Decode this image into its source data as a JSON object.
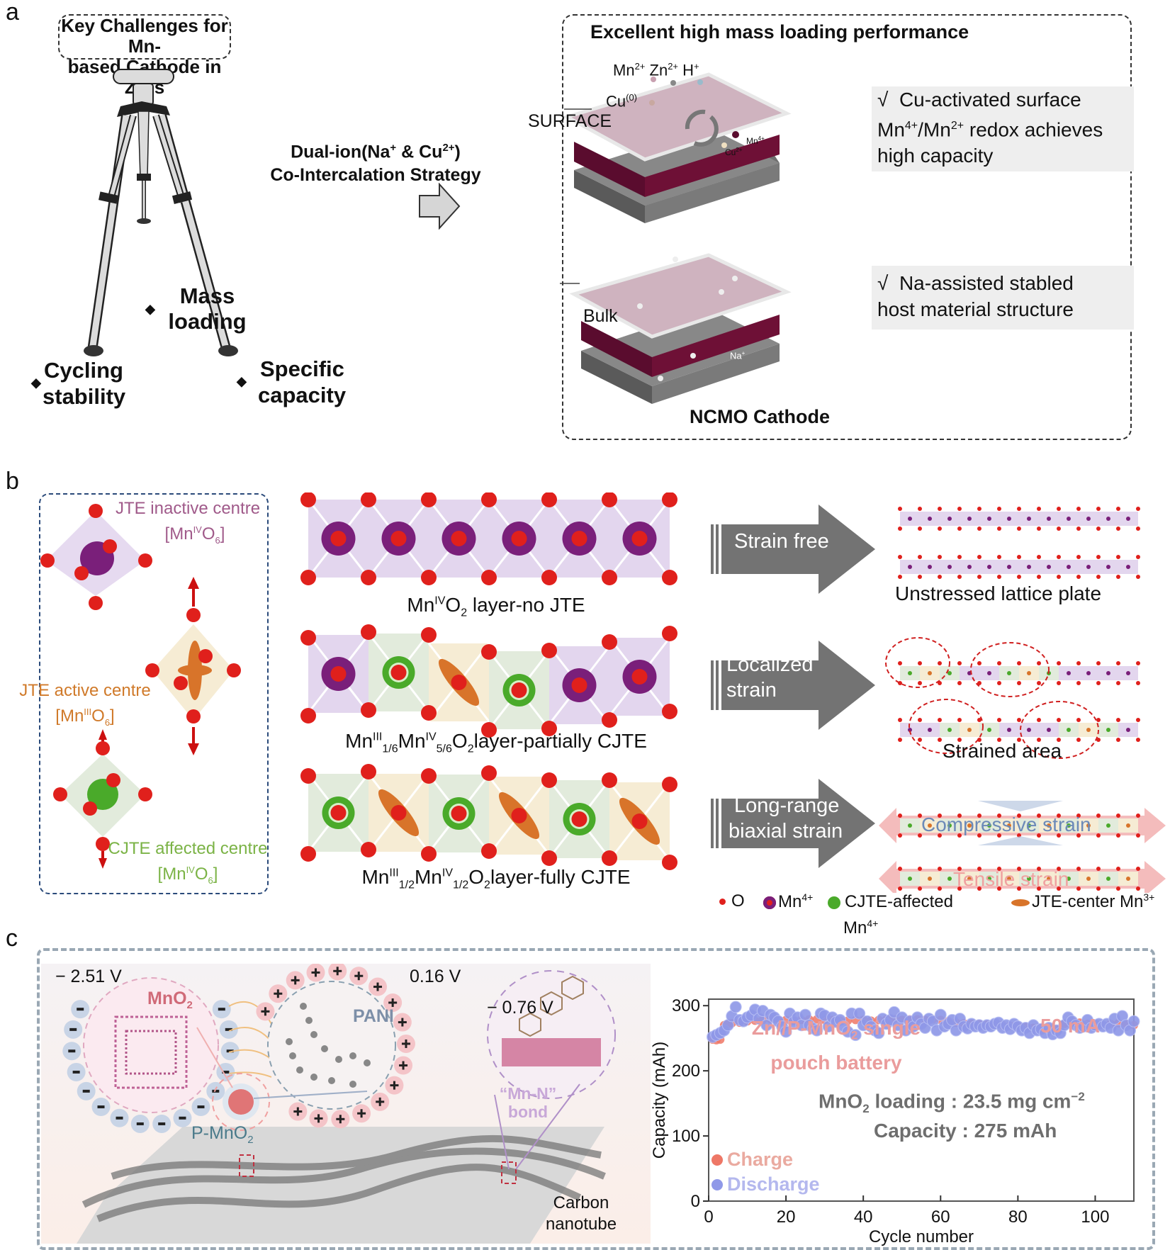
{
  "panels": {
    "a": {
      "label": "a",
      "challenge_box": {
        "line1": "Key Challenges for Mn-",
        "line2": "based Cathode in ZIBs"
      },
      "tripod_labels": [
        {
          "line1": "Mass",
          "line2": "loading"
        },
        {
          "line1": "Cycling",
          "line2": "stability"
        },
        {
          "line1": "Specific",
          "line2": "capacity"
        }
      ],
      "bullet": "◆",
      "strategy": {
        "line1_pre": "Dual-ion(Na",
        "na_sup": "+",
        "line1_mid": " & Cu",
        "cu_sup": "2+",
        "line1_post": ")",
        "line2": "Co-Intercalation Strategy"
      },
      "performance_box": {
        "title": "Excellent high mass loading performance",
        "surface_label": "SURFACE",
        "bulk_label": "Bulk",
        "ions": {
          "mn": "Mn",
          "mn_sup": "2+",
          "zn": "Zn",
          "zn_sup": "2+",
          "h": "H",
          "h_sup": "+",
          "cu0": "Cu",
          "cu0_sup": "(0)",
          "mn4": "Mn",
          "mn4_sup": "4+",
          "cu2": "Cu",
          "cu2_sup": "2+",
          "na": "Na",
          "na_sup": "+"
        },
        "note1": {
          "check": "√",
          "line1": "Cu-activated surface",
          "line2_a": "Mn",
          "line2_sup1": "4+",
          "line2_b": "/Mn",
          "line2_sup2": "2+",
          "line2_c": " redox achieves",
          "line3": "high capacity"
        },
        "note2": {
          "check": "√",
          "line1": "Na-assisted stabled",
          "line2": "host material structure"
        },
        "caption": "NCMO Cathode"
      },
      "colors": {
        "surface_top": "#cfb3bf",
        "layer_mid": "#6e1036",
        "layer_bottom": "#6f6f6f",
        "note_bg": "#eeeeee"
      }
    },
    "b": {
      "label": "b",
      "centres": [
        {
          "name": "JTE inactive centre",
          "formula_a": "[Mn",
          "formula_sup": "IV",
          "formula_b": "O",
          "formula_sub": "6",
          "formula_c": "]",
          "color": "#a05a8a"
        },
        {
          "name": "JTE active centre",
          "formula_a": "[Mn",
          "formula_sup": "III",
          "formula_b": "O",
          "formula_sub": "6",
          "formula_c": "]",
          "color": "#d07a2a"
        },
        {
          "name": "CJTE affected centre",
          "formula_a": "[Mn",
          "formula_sup": "IV",
          "formula_b": "O",
          "formula_sub": "6",
          "formula_c": "]",
          "color": "#7bb346"
        }
      ],
      "layers": [
        {
          "caption_parts": [
            "Mn",
            "IV",
            "O",
            "2",
            " layer-no JTE"
          ],
          "pattern": [
            "mn4",
            "mn4",
            "mn4",
            "mn4",
            "mn4",
            "mn4"
          ]
        },
        {
          "caption_parts": [
            "Mn",
            "III",
            "1/6",
            "Mn",
            "IV",
            "5/6",
            "O",
            "2",
            "layer-partially CJTE"
          ],
          "pattern": [
            "mn4",
            "cjte",
            "jte",
            "cjte",
            "mn4",
            "mn4"
          ]
        },
        {
          "caption_parts": [
            "Mn",
            "III",
            "1/2",
            "Mn",
            "IV",
            "1/2",
            "O",
            "2",
            "layer-fully CJTE"
          ],
          "pattern": [
            "cjte",
            "jte",
            "cjte",
            "jte",
            "cjte",
            "jte"
          ]
        }
      ],
      "arrows": [
        {
          "line1": "Strain free",
          "line2": ""
        },
        {
          "line1": "Localized",
          "line2": "strain"
        },
        {
          "line1": "Long-range",
          "line2": "biaxial strain"
        }
      ],
      "results": [
        "Unstressed lattice plate",
        "Strained area",
        "Compressive strain",
        "Tensile strain"
      ],
      "legend": [
        {
          "label": "O",
          "sup": ""
        },
        {
          "label": "Mn",
          "sup": "4+"
        },
        {
          "label": "CJTE-affected",
          "line2": "Mn",
          "sup": "4+"
        },
        {
          "label": "JTE-center Mn",
          "sup": "3+"
        }
      ],
      "colors": {
        "oxygen": "#e0201c",
        "mn4": "#7a1f7a",
        "cjte": "#4aaa2a",
        "jte": "#d8742a",
        "purple_bg": "#e3d6ee",
        "green_bg": "#e2ebdc",
        "yellow_bg": "#f6ecd4",
        "arrow": "#737373",
        "compressive": "#6c8ab8",
        "tensile": "#f0a0a0"
      }
    },
    "c": {
      "label": "c",
      "potentials": {
        "mno2": "− 2.51 V",
        "pani": "0.16 V",
        "mn_n": "− 0.76 V"
      },
      "labels": {
        "mno2_a": "MnO",
        "mno2_sub": "2",
        "pani": "PANI",
        "pmno2_a": "P-MnO",
        "pmno2_sub": "2",
        "mn_n_line1": "“Mn-N”",
        "mn_n_line2": "bond",
        "cnt_line1": "Carbon",
        "cnt_line2": "nanotube"
      },
      "charges": {
        "minus": "−",
        "plus": "+"
      },
      "chart_annotations": {
        "battery_line1_a": "Zn//P-MnO",
        "battery_sub": "2",
        "battery_line1_b": " single",
        "battery_line2": "pouch battery",
        "current": "50 mA",
        "loading_a": "MnO",
        "loading_sub": "2",
        "loading_b": " loading : 23.5 mg cm",
        "loading_sup": "−2",
        "capacity": "Capacity : 275 mAh"
      }
    }
  },
  "chart_data": {
    "type": "scatter",
    "title": "",
    "xlabel": "Cycle number",
    "ylabel": "Capacity (mAh)",
    "xlim": [
      0,
      110
    ],
    "ylim": [
      0,
      310
    ],
    "xticks": [
      0,
      20,
      40,
      60,
      80,
      100
    ],
    "yticks": [
      0,
      100,
      200,
      300
    ],
    "legend": [
      {
        "name": "Charge",
        "color": "#ee7766"
      },
      {
        "name": "Discharge",
        "color": "#8f98e8"
      }
    ],
    "legend_placement": "bottom-left",
    "series": [
      {
        "name": "Charge",
        "x": [
          1,
          2,
          3,
          4,
          5,
          6,
          8,
          10,
          12,
          14,
          16,
          18,
          20,
          22,
          24,
          26,
          28,
          30,
          32,
          34,
          36,
          38,
          40,
          42,
          44,
          46,
          48,
          50,
          52,
          54,
          56,
          58,
          60,
          62,
          64,
          66,
          68,
          70,
          72,
          74,
          76,
          78,
          80,
          82,
          84,
          86,
          88,
          90,
          92,
          94,
          96,
          98,
          100,
          102,
          104,
          106,
          108,
          110
        ],
        "values": [
          248,
          247,
          248,
          270,
          272,
          273,
          274,
          276,
          277,
          278,
          279,
          278,
          278,
          277,
          278,
          279,
          279,
          278,
          278,
          277,
          277,
          278,
          278,
          277,
          278,
          279,
          279,
          278,
          279,
          279,
          278,
          279,
          278,
          276,
          274,
          273,
          272,
          272,
          271,
          270,
          270,
          269,
          268,
          267,
          266,
          265,
          264,
          264,
          272,
          276,
          274,
          272,
          271,
          271,
          272,
          273,
          272,
          270
        ]
      },
      {
        "name": "Discharge",
        "x": [
          1,
          2,
          3,
          4,
          5,
          6,
          7,
          8,
          9,
          10,
          11,
          12,
          13,
          14,
          15,
          16,
          17,
          18,
          19,
          20,
          21,
          22,
          23,
          24,
          25,
          26,
          27,
          28,
          29,
          30,
          31,
          32,
          33,
          34,
          35,
          36,
          37,
          38,
          39,
          40,
          41,
          42,
          43,
          44,
          45,
          46,
          47,
          48,
          49,
          50,
          51,
          52,
          53,
          54,
          55,
          56,
          57,
          58,
          59,
          60,
          61,
          62,
          63,
          64,
          65,
          66,
          67,
          68,
          69,
          70,
          71,
          72,
          73,
          74,
          75,
          76,
          77,
          78,
          79,
          80,
          81,
          82,
          83,
          84,
          85,
          86,
          87,
          88,
          89,
          90,
          91,
          92,
          93,
          94,
          95,
          96,
          97,
          98,
          99,
          100,
          101,
          102,
          103,
          104,
          105,
          106,
          107,
          108,
          109,
          110
        ],
        "values": [
          252,
          255,
          258,
          262,
          270,
          284,
          298,
          278,
          276,
          282,
          285,
          294,
          280,
          292,
          270,
          286,
          282,
          276,
          268,
          260,
          288,
          275,
          282,
          270,
          286,
          270,
          265,
          262,
          288,
          285,
          268,
          282,
          275,
          278,
          268,
          260,
          288,
          255,
          288,
          270,
          276,
          268,
          262,
          258,
          280,
          272,
          278,
          290,
          270,
          282,
          262,
          276,
          268,
          282,
          272,
          266,
          280,
          276,
          262,
          286,
          268,
          272,
          278,
          262,
          280,
          268,
          265,
          272,
          268,
          270,
          266,
          270,
          268,
          272,
          274,
          266,
          270,
          264,
          272,
          268,
          262,
          266,
          258,
          270,
          262,
          264,
          258,
          266,
          256,
          262,
          258,
          270,
          282,
          276,
          270,
          266,
          268,
          278,
          266,
          270,
          272,
          268,
          272,
          266,
          280,
          262,
          284,
          270,
          262,
          276
        ]
      }
    ]
  }
}
